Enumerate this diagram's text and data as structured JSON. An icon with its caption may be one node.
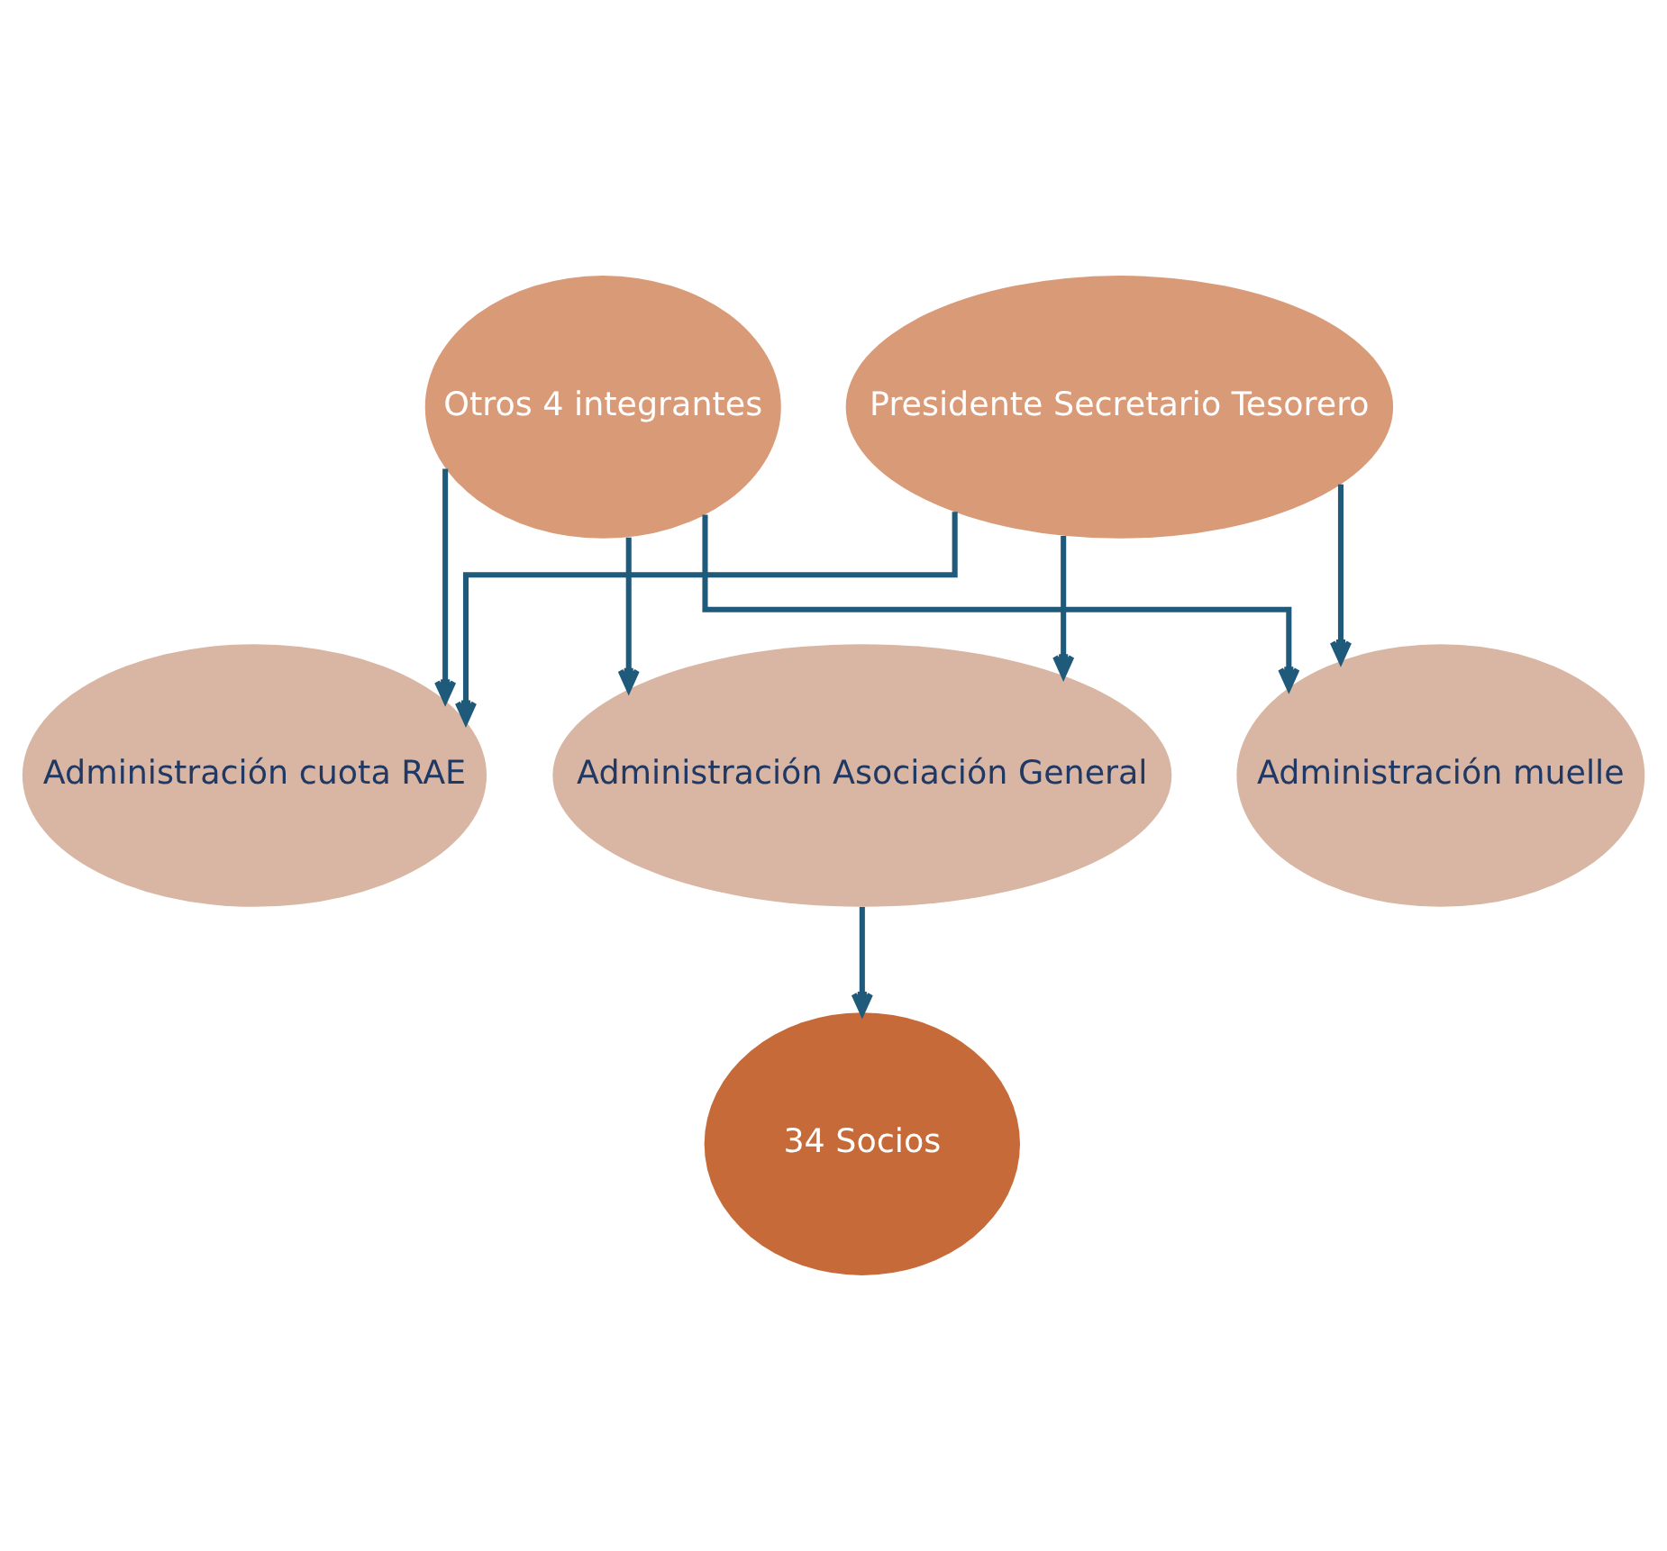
{
  "diagram": {
    "nodes": [
      {
        "text": [
          "Otros 4 integrantes"
        ]
      },
      {
        "text": [
          "Presidente Secretario Tesorero"
        ]
      },
      {
        "text": [
          "Administración cuota RAE"
        ]
      },
      {
        "text": [
          "Administración Asociación General"
        ]
      },
      {
        "text": [
          "Administración muelle"
        ]
      },
      {
        "text": [
          "34 Socios"
        ]
      }
    ],
    "edges": [
      {
        "from": 0,
        "to": 2,
        "arrow": "to"
      },
      {
        "from": 0,
        "to": 3,
        "arrow": "to"
      },
      {
        "from": 0,
        "to": 4,
        "arrow": "to"
      },
      {
        "from": 1,
        "to": 2,
        "arrow": "to"
      },
      {
        "from": 1,
        "to": 3,
        "arrow": "to"
      },
      {
        "from": 1,
        "to": 4,
        "arrow": "to"
      },
      {
        "from": 3,
        "to": 5,
        "arrow": "to"
      }
    ]
  }
}
